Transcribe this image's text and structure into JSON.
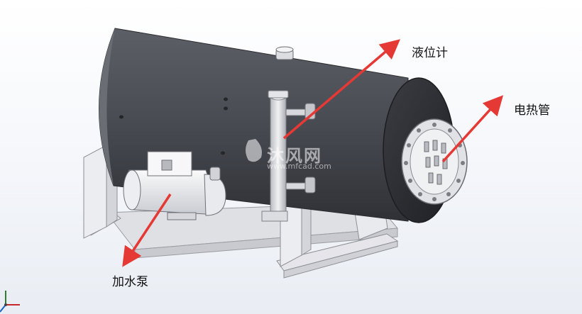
{
  "labels": {
    "level_gauge": "液位计",
    "heating_tube": "电热管",
    "feed_pump": "加水泵"
  },
  "watermark": {
    "brand": "沐风网",
    "url": "www.mfcad.com"
  },
  "colors": {
    "arrow": "#e53935",
    "tank": "#4a4d54",
    "frame": "#e6e6ea"
  },
  "icons": [
    "axis-triad-icon"
  ]
}
